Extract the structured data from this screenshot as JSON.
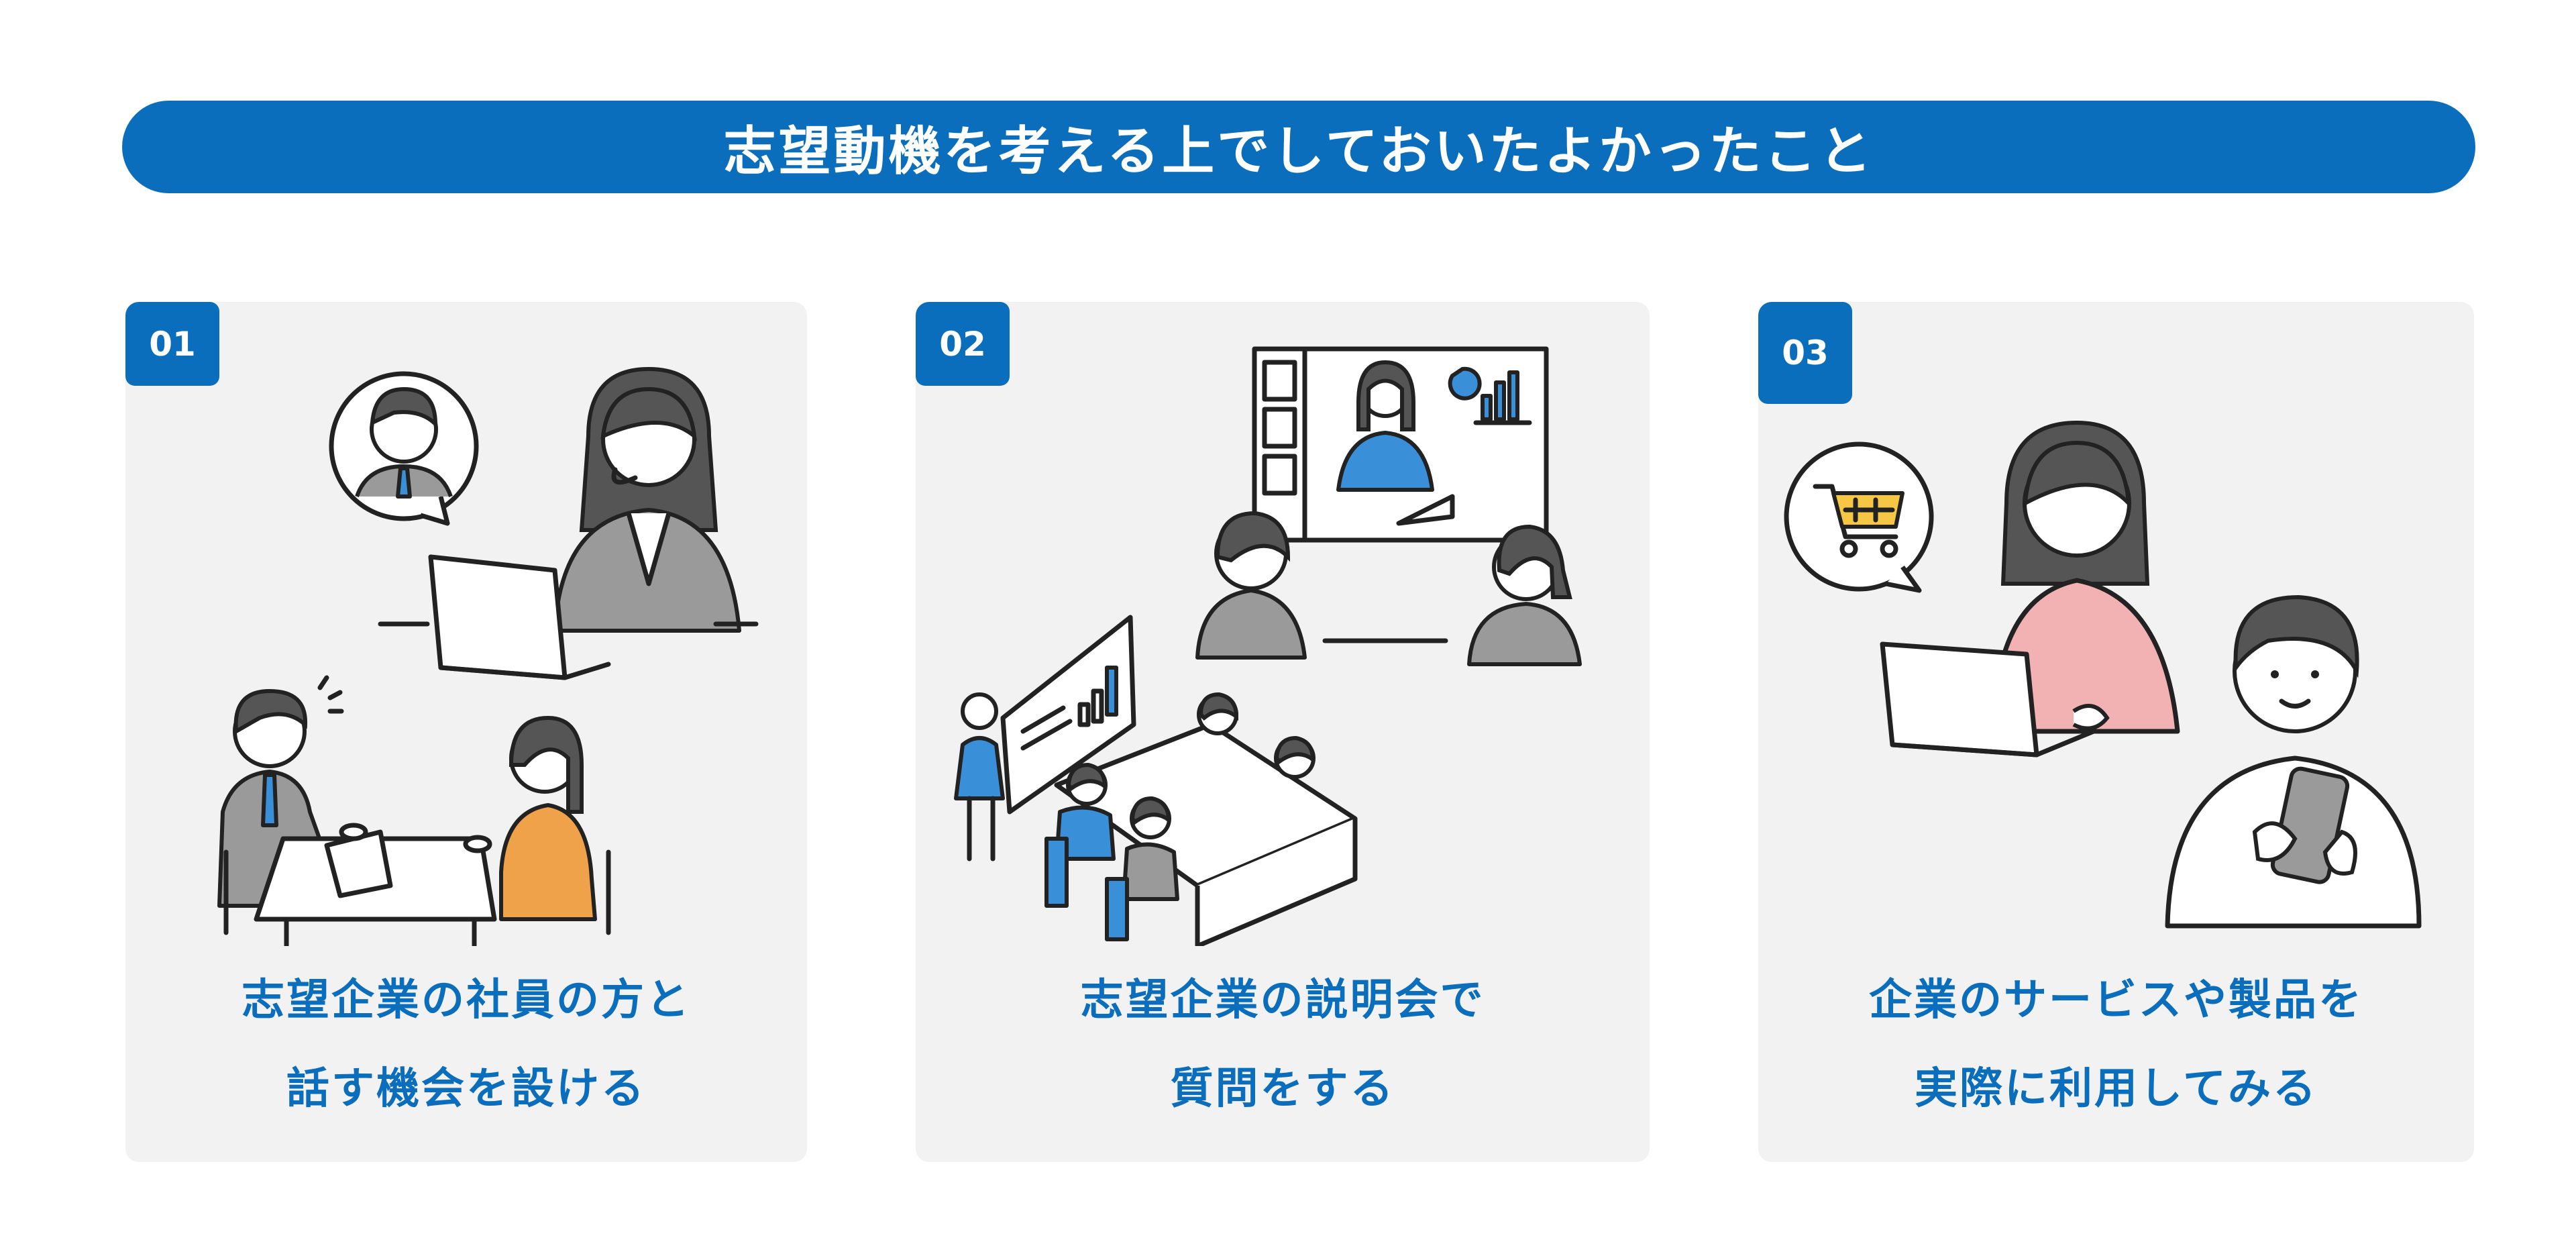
{
  "banner": {
    "title": "志望動機を考える上でしておいたよかったこと"
  },
  "cards": [
    {
      "number": "01",
      "caption_lines": [
        "志望企業の社員の方と",
        "話す機会を設ける"
      ]
    },
    {
      "number": "02",
      "caption_lines": [
        "志望企業の説明会で",
        "質問をする"
      ]
    },
    {
      "number": "03",
      "caption_lines": [
        "企業のサービスや製品を",
        "実際に利用してみる"
      ]
    }
  ],
  "colors": {
    "accent": "#0a6ebd",
    "card_background": "#f2f2f2"
  }
}
